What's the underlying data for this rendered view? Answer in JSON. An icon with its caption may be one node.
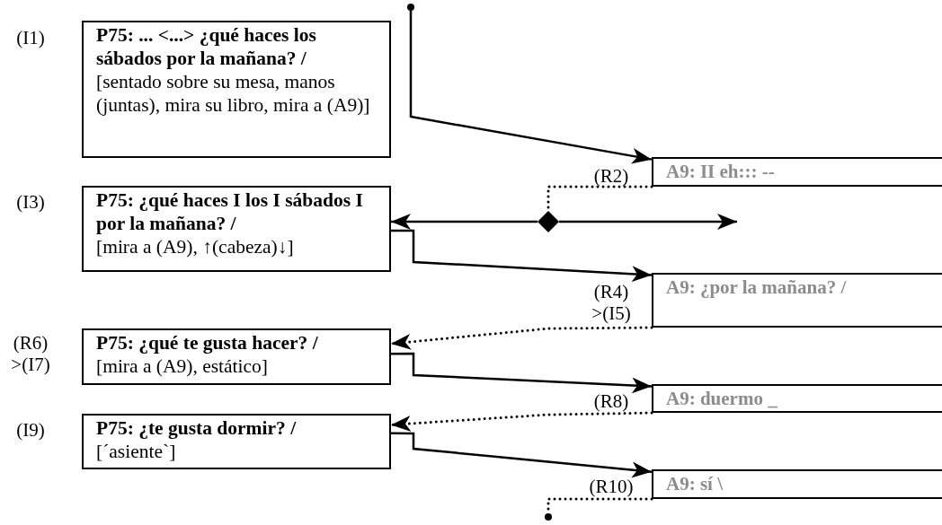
{
  "diagram": {
    "nodes": [
      {
        "text": [
          "P75: ... <...> ¿qué haces los sábados por la mañana? /",
          "[sentado sobre su mesa, manos (juntas), mira su libro, mira a (A9)]"
        ],
        "beside": [
          "(I1)"
        ]
      },
      {
        "text": [
          "A9: II eh::: --"
        ],
        "beside": [
          "(R2)"
        ]
      },
      {
        "text": [
          "P75: ¿qué haces I los I sábados I por la mañana? /",
          "[mira a (A9), ↑(cabeza)↓]"
        ],
        "beside": [
          "(I3)"
        ]
      },
      {
        "text": [
          "A9: ¿por la mañana? /"
        ],
        "beside": [
          "(R4) >(I5)"
        ]
      },
      {
        "text": [
          "P75: ¿qué te gusta hacer? /",
          "[mira a (A9), estático]"
        ],
        "beside": [
          "(R6) >(I7)"
        ]
      },
      {
        "text": [
          "A9: duermo _"
        ],
        "beside": [
          "(R8)"
        ]
      },
      {
        "text": [
          "P75: ¿te gusta dormir? /",
          "[´asiente`]"
        ],
        "beside": [
          "(I9)"
        ]
      },
      {
        "text": [
          "A9: sí \\"
        ],
        "beside": [
          "(R10)"
        ]
      },
      {
        "text": [],
        "shape": "circle"
      },
      {
        "text": [],
        "shape": "diamond"
      },
      {
        "text": [],
        "shape": "circle"
      }
    ],
    "edges": [
      {
        "from": 8,
        "to": 1,
        "arrow": "to"
      },
      {
        "from": 1,
        "to": 9,
        "arrow": "none",
        "style": "dashed"
      },
      {
        "from": 9,
        "to": null,
        "arrow": "to"
      },
      {
        "from": 9,
        "to": 2,
        "arrow": "to"
      },
      {
        "from": 2,
        "to": 3,
        "arrow": "to"
      },
      {
        "from": 3,
        "to": 4,
        "arrow": "to",
        "style": "dashed"
      },
      {
        "from": 4,
        "to": 5,
        "arrow": "to"
      },
      {
        "from": 5,
        "to": 6,
        "arrow": "to",
        "style": "dashed"
      },
      {
        "from": 6,
        "to": 7,
        "arrow": "to"
      },
      {
        "from": 7,
        "to": 10,
        "arrow": "none",
        "style": "dashed"
      }
    ]
  }
}
